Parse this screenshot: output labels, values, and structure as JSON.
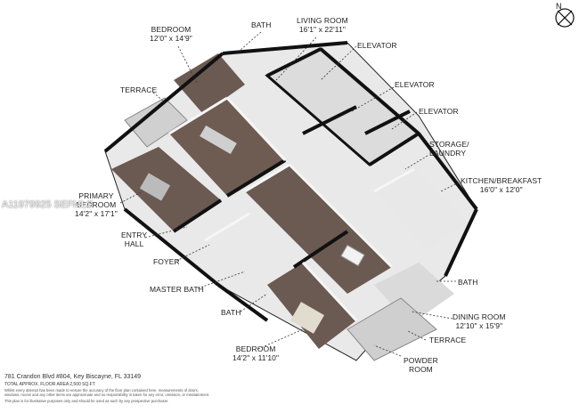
{
  "labels": [
    {
      "id": "bedroom-2",
      "name": "BEDROOM",
      "dim": "12'0\" x 14'9\""
    },
    {
      "id": "bath-top",
      "name": "BATH",
      "dim": ""
    },
    {
      "id": "living-room",
      "name": "LIVING ROOM",
      "dim": "16'1\" x 22'11\""
    },
    {
      "id": "elevator-1",
      "name": "ELEVATOR",
      "dim": ""
    },
    {
      "id": "elevator-2",
      "name": "ELEVATOR",
      "dim": ""
    },
    {
      "id": "elevator-3",
      "name": "ELEVATOR",
      "dim": ""
    },
    {
      "id": "terrace-top",
      "name": "TERRACE",
      "dim": ""
    },
    {
      "id": "storage-laundry",
      "name": "STORAGE/",
      "dim": "LAUNDRY"
    },
    {
      "id": "kitchen",
      "name": "KITCHEN/BREAKFAST",
      "dim": "16'0\" x 12'0\""
    },
    {
      "id": "primary-bedroom",
      "name": "PRIMARY BEDROOM",
      "dim": "14'2\" x 17'1\""
    },
    {
      "id": "entry-hall",
      "name": "ENTRY",
      "dim": "HALL"
    },
    {
      "id": "foyer",
      "name": "FOYER",
      "dim": ""
    },
    {
      "id": "master-bath",
      "name": "MASTER BATH",
      "dim": ""
    },
    {
      "id": "bath-right",
      "name": "BATH",
      "dim": ""
    },
    {
      "id": "dining-room",
      "name": "DINING ROOM",
      "dim": "12'10\" x 15'9\""
    },
    {
      "id": "bath-bottom",
      "name": "BATH",
      "dim": ""
    },
    {
      "id": "terrace-bottom",
      "name": "TERRACE",
      "dim": ""
    },
    {
      "id": "powder-room",
      "name": "POWDER",
      "dim": "ROOM"
    },
    {
      "id": "bedroom-3",
      "name": "BEDROOM",
      "dim": "14'2\" x 11'10\""
    }
  ],
  "compass": "N",
  "watermark": "A11979925 SEFMLS",
  "footer": {
    "address": "781 Crandon Blvd #804, Key Biscayne, FL 33149",
    "area": "TOTAL APPROX. FLOOR AREA 2,500 SQ.FT",
    "disclaimer1": "Whilst every attempt has been made to ensure the accuracy of the floor plan contained here, measurements of doors,",
    "disclaimer2": "windows, rooms and any other items are approximate and no responsibility is taken for any error, omission, or misstatement.",
    "disclaimer3": "This plan is for illustrative purposes only and should be used as such by any prospective purchaser."
  },
  "colors": {
    "floor_wood": "#6b5a52",
    "floor_tile": "#e6e6e6",
    "wall_black": "#111111",
    "wall_white": "#f4f4f4",
    "terrace": "#cfcfcf"
  }
}
